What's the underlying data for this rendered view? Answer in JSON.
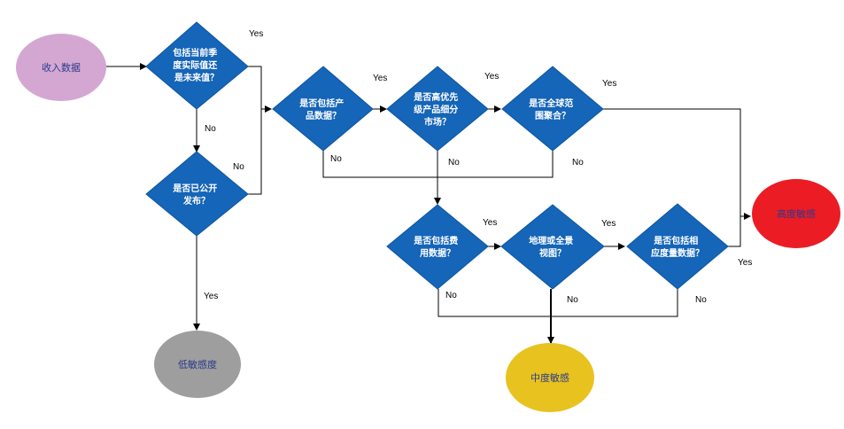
{
  "nodes": {
    "start": {
      "label": "收入数据",
      "color": "#d4a7d2",
      "text_color": "#2b3a8a"
    },
    "low": {
      "label": "低敏感度",
      "color": "#9e9e9e",
      "text_color": "#2b3a8a"
    },
    "medium": {
      "label": "中度敏感",
      "color": "#e8c21f",
      "text_color": "#2b3a8a"
    },
    "high": {
      "label": "高度敏感",
      "color": "#ec1c24",
      "text_color": "#2b3a8a"
    },
    "q_current": {
      "lines": [
        "包括当前季",
        "度实际值还",
        "是未来值？"
      ]
    },
    "q_public": {
      "lines": [
        "是否已公开",
        "发布？"
      ]
    },
    "q_product": {
      "lines": [
        "是否包括产",
        "品数据？"
      ]
    },
    "q_segment": {
      "lines": [
        "是否高优先",
        "级产品细分",
        "市场？"
      ]
    },
    "q_global": {
      "lines": [
        "是否全球范",
        "围聚合？"
      ]
    },
    "q_expense": {
      "lines": [
        "是否包括费",
        "用数据？"
      ]
    },
    "q_geo": {
      "lines": [
        "地理或全景",
        "视图？"
      ]
    },
    "q_metric": {
      "lines": [
        "是否包括相",
        "应度量数据？"
      ]
    }
  },
  "edge_labels": {
    "current_yes": "Yes",
    "current_no": "No",
    "public_no": "No",
    "public_yes": "Yes",
    "product_yes": "Yes",
    "product_no": "No",
    "segment_yes": "Yes",
    "segment_no": "No",
    "global_yes": "Yes",
    "global_no": "No",
    "expense_yes": "Yes",
    "expense_no": "No",
    "geo_yes": "Yes",
    "geo_no": "No",
    "metric_yes": "Yes",
    "metric_no": "No"
  },
  "colors": {
    "decision_fill": "#1565b8",
    "connector": "#000000"
  }
}
